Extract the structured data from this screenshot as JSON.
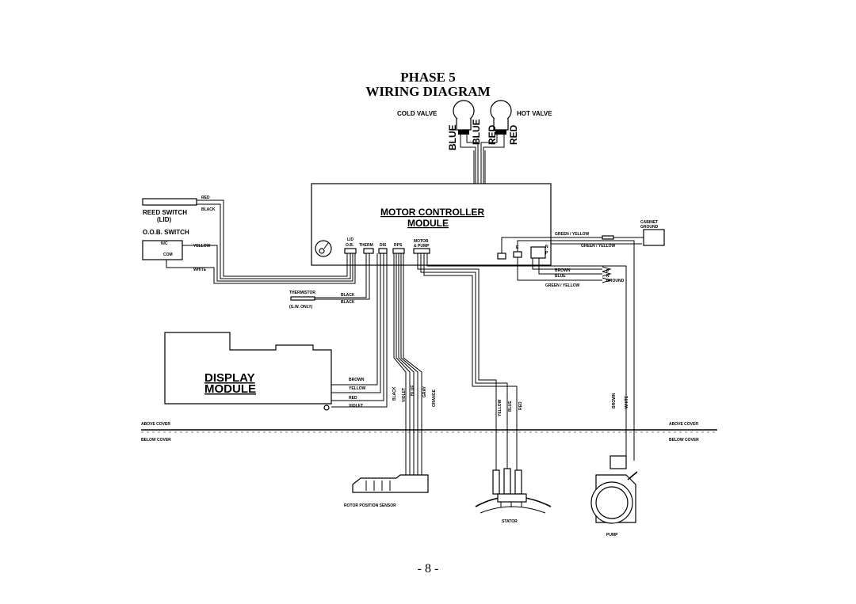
{
  "title": {
    "line1": "PHASE 5",
    "line2": "WIRING DIAGRAM"
  },
  "page_number": "- 8 -",
  "labels": {
    "cold_valve": "COLD VALVE",
    "hot_valve": "HOT VALVE",
    "valve_wires": [
      "BLUE",
      "BLUE",
      "RED",
      "RED"
    ],
    "mcm_line1": "MOTOR CONTROLLER",
    "mcm_line2": "MODULE",
    "reed_switch": "REED SWITCH",
    "lid": "(LID)",
    "red": "RED",
    "black": "BLACK",
    "ob_switch": "O.O.B. SWITCH",
    "nc": "N/C",
    "com": "COM",
    "yellow": "YELLOW",
    "white": "WHITE",
    "connectors": {
      "lid": "LID",
      "ob": "O.B.",
      "therm": "THERM",
      "dis": "DIS",
      "rps": "RPS",
      "motor": "MOTOR",
      "pump": "& PUMP"
    },
    "thermistor": "THERMISTOR",
    "gw_only": "(G.W. ONLY)",
    "green_yellow": "GREEN / YELLOW",
    "cabinet": "CABINET",
    "ground": "GROUND",
    "brown": "BROWN",
    "blue": "BLUE",
    "e": "E",
    "n": "N",
    "p": "P",
    "display_line1": "DISPLAY",
    "display_line2": "MODULE",
    "disp_brown": "BROWN",
    "disp_yellow": "YELLOW",
    "disp_red": "RED",
    "disp_violet": "VIOLET",
    "rps_wires": [
      "BLACK",
      "VIOLET",
      "BLUE",
      "GRAY",
      "ORANGE"
    ],
    "stator_wires": [
      "YELLOW",
      "BLUE",
      "RED"
    ],
    "pump_wires": [
      "BROWN",
      "WHITE"
    ],
    "above_cover": "ABOVE COVER",
    "below_cover": "BELOW COVER",
    "rotor_sensor": "ROTOR POSITION SENSOR",
    "stator": "STATOR",
    "pump": "PUMP"
  }
}
